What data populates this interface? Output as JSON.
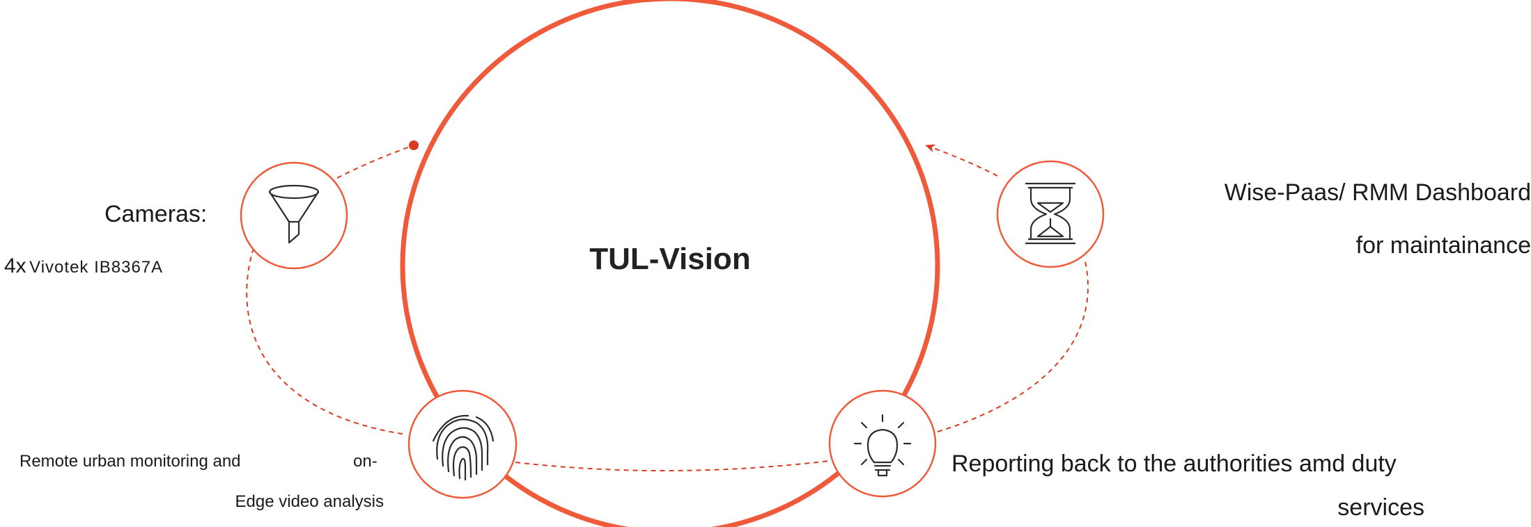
{
  "colors": {
    "accent": "#ee5a3a",
    "dashed": "#d83a22",
    "icon": "#2b2b2b",
    "text": "#1a1a1a"
  },
  "center": {
    "title": "TUL-Vision"
  },
  "nodes": {
    "cameras": {
      "icon": "funnel-icon",
      "line1": "Cameras:",
      "line2_prefix": "4x",
      "line2_model": "Vivotek IB8367A"
    },
    "dashboard": {
      "icon": "hourglass-icon",
      "line1": "Wise-Paas/ RMM Dashboard",
      "line2": "for maintainance"
    },
    "monitoring": {
      "icon": "fingerprint-icon",
      "line1": "Remote urban monitoring and",
      "line1_tail": "on-",
      "line2": "Edge video analysis"
    },
    "reporting": {
      "icon": "lightbulb-icon",
      "line1": "Reporting back to the authorities amd duty",
      "line2": "services"
    }
  }
}
